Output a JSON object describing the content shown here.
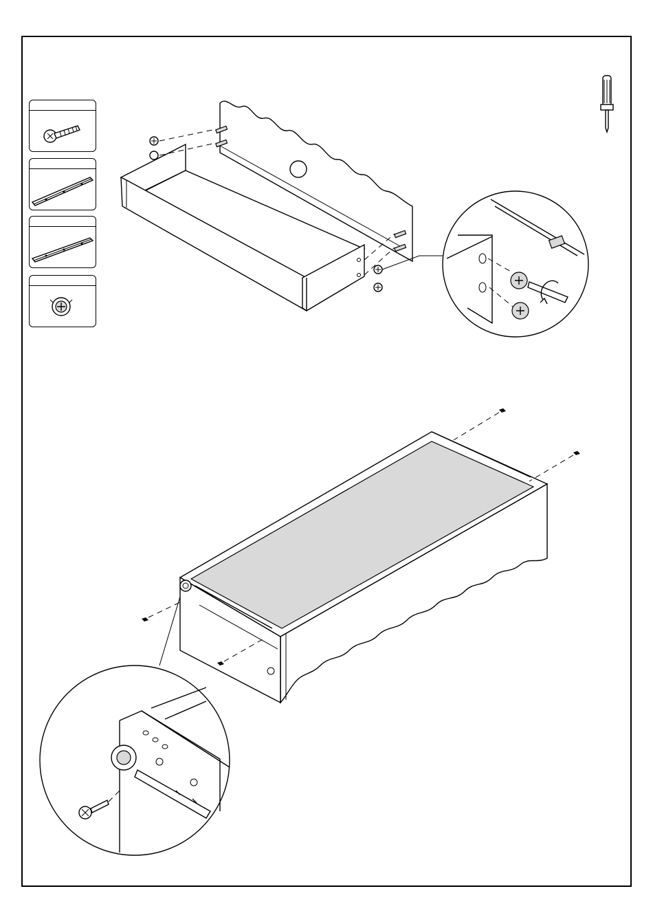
{
  "page": {
    "step_labels": [],
    "parts": [
      {
        "name": "wood-screw",
        "quantity": ""
      },
      {
        "name": "drawer-slide-left",
        "quantity": ""
      },
      {
        "name": "drawer-slide-right",
        "quantity": ""
      },
      {
        "name": "cam-lock",
        "quantity": ""
      }
    ],
    "tools": [
      "phillips-screwdriver"
    ],
    "colors": {
      "line": "#000000",
      "background": "#ffffff",
      "shade": "#d9d9d9"
    }
  }
}
